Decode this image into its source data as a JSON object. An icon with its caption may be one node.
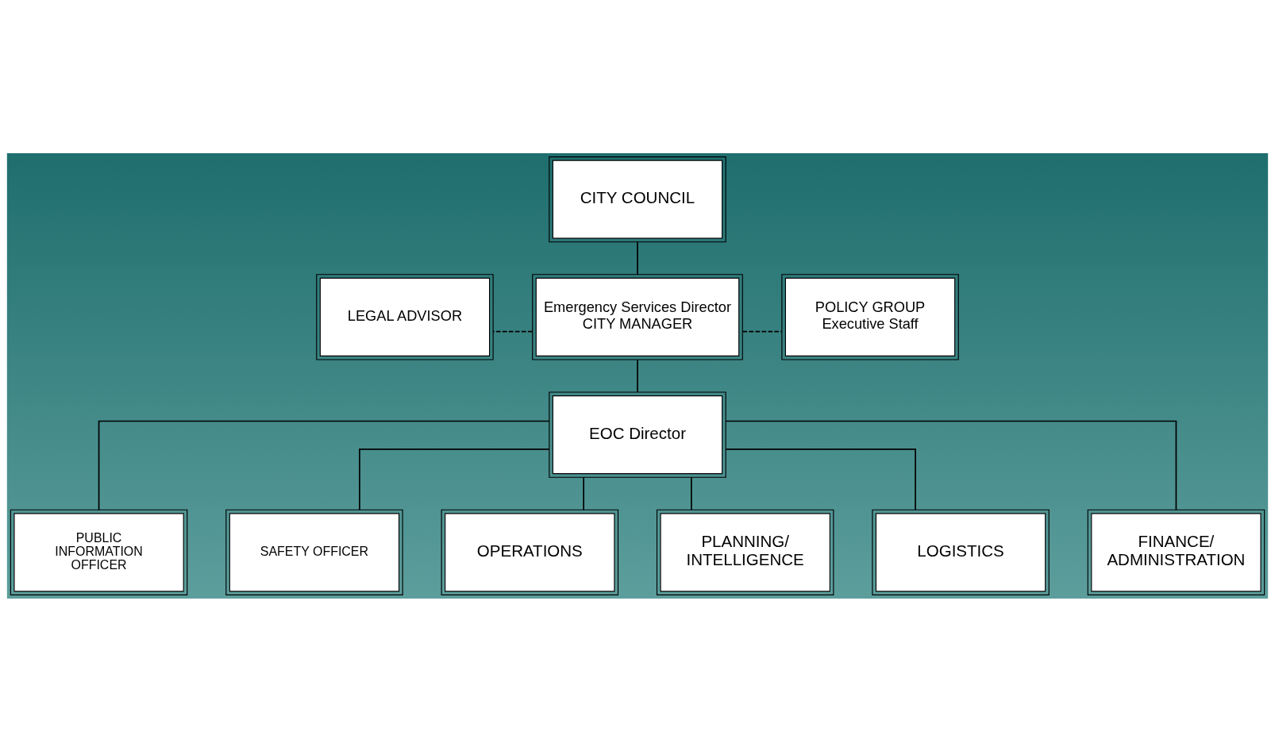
{
  "diagram": {
    "nodes": [
      {
        "text": [
          "CITY COUNCIL"
        ]
      },
      {
        "text": [
          "LEGAL ADVISOR"
        ]
      },
      {
        "text": [
          "Emergency Services Director",
          "CITY MANAGER"
        ]
      },
      {
        "text": [
          "POLICY GROUP",
          "Executive Staff"
        ]
      },
      {
        "text": [
          "EOC Director"
        ]
      },
      {
        "text": [
          "PUBLIC INFORMATION OFFICER"
        ]
      },
      {
        "text": [
          "SAFETY OFFICER"
        ]
      },
      {
        "text": [
          "OPERATIONS"
        ]
      },
      {
        "text": [
          "PLANNING/ INTELLIGENCE"
        ]
      },
      {
        "text": [
          "LOGISTICS"
        ]
      },
      {
        "text": [
          "FINANCE/ ADMINISTRATION"
        ]
      }
    ],
    "edges": [
      {
        "from": 0,
        "to": 2,
        "arrow": "none"
      },
      {
        "from": 2,
        "to": 1,
        "arrow": "none",
        "style": "dashed"
      },
      {
        "from": 2,
        "to": 3,
        "arrow": "none",
        "style": "dashed"
      },
      {
        "from": 2,
        "to": 4,
        "arrow": "none"
      },
      {
        "from": 4,
        "to": 5,
        "arrow": "none"
      },
      {
        "from": 4,
        "to": 6,
        "arrow": "none"
      },
      {
        "from": 4,
        "to": 7,
        "arrow": "none"
      },
      {
        "from": 4,
        "to": 8,
        "arrow": "none"
      },
      {
        "from": 4,
        "to": 9,
        "arrow": "none"
      },
      {
        "from": 4,
        "to": 10,
        "arrow": "none"
      }
    ]
  }
}
